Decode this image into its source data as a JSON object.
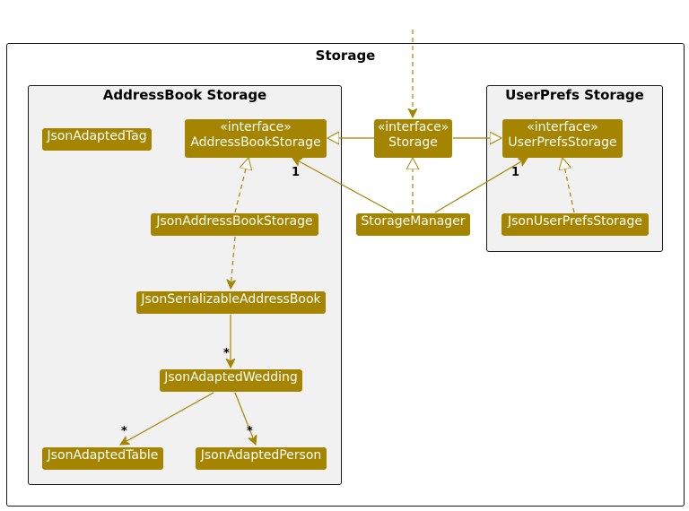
{
  "packages": {
    "outer": "Storage",
    "addressbook": "AddressBook Storage",
    "userprefs": "UserPrefs Storage"
  },
  "classes": {
    "json_adapted_tag": "JsonAdaptedTag",
    "addressbook_storage": {
      "stereotype": "«interface»",
      "name": "AddressBookStorage"
    },
    "storage": {
      "stereotype": "«interface»",
      "name": "Storage"
    },
    "userprefs_storage": {
      "stereotype": "«interface»",
      "name": "UserPrefsStorage"
    },
    "json_addressbook_storage": "JsonAddressBookStorage",
    "storage_manager": "StorageManager",
    "json_userprefs_storage": "JsonUserPrefsStorage",
    "json_serializable_addressbook": "JsonSerializableAddressBook",
    "json_adapted_wedding": "JsonAdaptedWedding",
    "json_adapted_table": "JsonAdaptedTable",
    "json_adapted_person": "JsonAdaptedPerson"
  },
  "multiplicities": {
    "manager_to_addressbook": "1",
    "manager_to_userprefs": "1",
    "addressbook_to_wedding": "*",
    "wedding_to_table": "*",
    "wedding_to_person": "*"
  },
  "colors": {
    "class_fill": "#a58500",
    "class_text": "#ffffff",
    "edge": "#a58500",
    "package_fill": "#f1f1f1"
  }
}
